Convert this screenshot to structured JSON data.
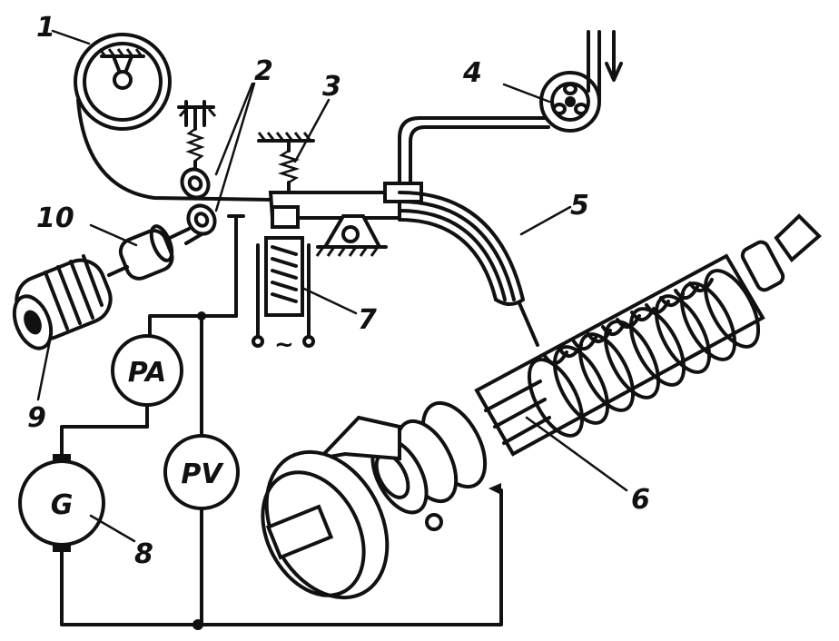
{
  "labels": {
    "l1": "1",
    "l2": "2",
    "l3": "3",
    "l4": "4",
    "l5": "5",
    "l6": "6",
    "l7": "7",
    "l8": "8",
    "l9": "9",
    "l10": "10"
  },
  "meters": {
    "ammeter": "PA",
    "voltmeter": "PV",
    "generator": "G"
  },
  "ac_symbol": "~"
}
